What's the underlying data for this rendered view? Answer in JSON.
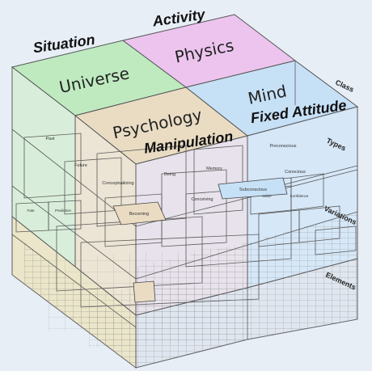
{
  "titles": {
    "situation": "Situation",
    "activity": "Activity",
    "manipulation": "Manipulation",
    "fixed_attitude": "Fixed Attitude"
  },
  "top_quadrants": {
    "universe": "Universe",
    "physics": "Physics",
    "psychology": "Psychology",
    "mind": "Mind"
  },
  "side_labels": {
    "class": "Class",
    "types": "Types",
    "variations": "Variations",
    "elements": "Elements"
  },
  "types": {
    "past": "Past",
    "future": "Future",
    "conceptualizing": "Conceptualizing",
    "being": "Being",
    "memory": "Memory",
    "preconscious": "Preconscious",
    "subconscious": "Subconscious",
    "conscious": "Conscious",
    "becoming": "Becoming",
    "conceiving": "Conceiving"
  },
  "variations": {
    "fate": "Fate",
    "prediction": "Prediction",
    "value": "Value",
    "confidence": "Confidence"
  },
  "colors": {
    "universe": "#bfeac0",
    "physics": "#ecc4ee",
    "psychology": "#e9dcc3",
    "mind": "#c6e0f6",
    "background": "#e7eef6"
  }
}
